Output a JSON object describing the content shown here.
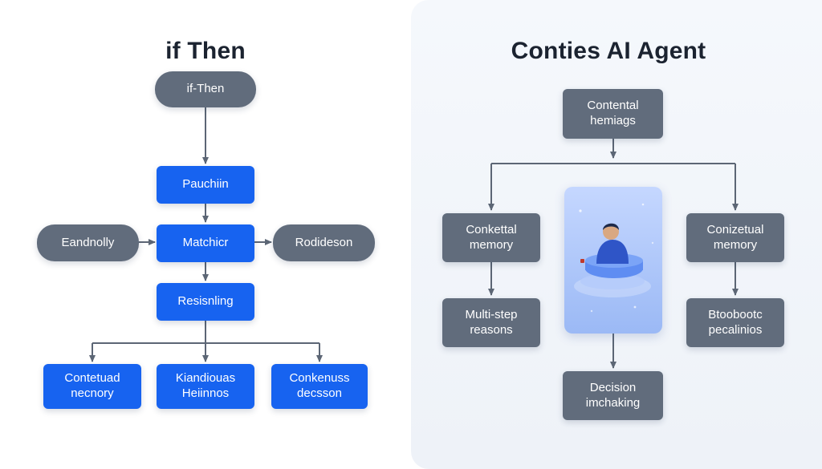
{
  "left": {
    "title": "if Then",
    "nodes": {
      "if_then": "if-Then",
      "pauchiin": "Pauchiin",
      "eandnolly": "Eandnolly",
      "matchicr": "Matchicr",
      "rodideson": "Rodideson",
      "resisnling": "Resisnling",
      "contetuad": "Contetuad\nnecnory",
      "kiandiouas": "Kiandiouas\nHeiinnos",
      "conkenuss": "Conkenuss\ndecsson"
    }
  },
  "right": {
    "title": "Conties AI Agent",
    "nodes": {
      "contental": "Contental\nhemiags",
      "conkettal": "Conkettal\nmemory",
      "conizetual": "Conizetual\nmemory",
      "multistep": "Multi-step\nreasons",
      "btoobootc": "Btoobootc\npecalinios",
      "decision": "Decision\nimchaking"
    }
  },
  "colors": {
    "blue_node": "#1763f0",
    "gray_node": "#616c7c",
    "connector": "#5c6675",
    "illustration": "#a9c3fa"
  }
}
